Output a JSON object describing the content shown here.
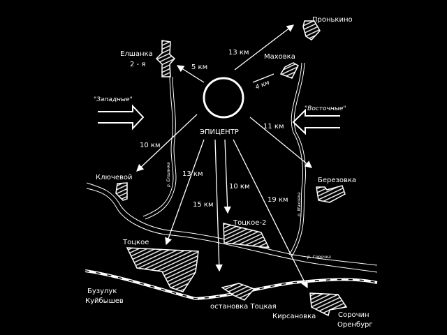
{
  "colors": {
    "background": "#000000",
    "ink": "#ffffff"
  },
  "center": {
    "label": "ЭПИЦЕНТР"
  },
  "forces": {
    "west": "\"Западные\"",
    "east": "\"Восточные\""
  },
  "settlements": {
    "elshanka_1": "Елшанка",
    "elshanka_2": "2 - я",
    "pronkino": "Пронькино",
    "makhovka": "Маховка",
    "klyuchevoy": "Ключевой",
    "berezovka": "Березовка",
    "totskoe2": "Тоцкое-2",
    "totskoe": "Тоцкое",
    "buzuluk": "Бузулук",
    "kuibyshev": "Куйбышев",
    "stop": "остановка Тоцкая",
    "kirsanovka": "Кирсановка",
    "sorochinsk": "Сорочин",
    "orenburg": "Оренбург"
  },
  "distances": {
    "elshanka": "5 км",
    "pronkino": "13 км",
    "makhovka": "4 км",
    "berezovka": "11 км",
    "klyuchevoy": "10 км",
    "totskoe": "13 км",
    "totskoe2": "10 км",
    "stop": "15 км",
    "kirsanovka": "19 км"
  },
  "rivers": {
    "elshanka": "р. Елшанка",
    "makhovka": "р. Маховка",
    "sorochka": "р. Сорочка"
  }
}
